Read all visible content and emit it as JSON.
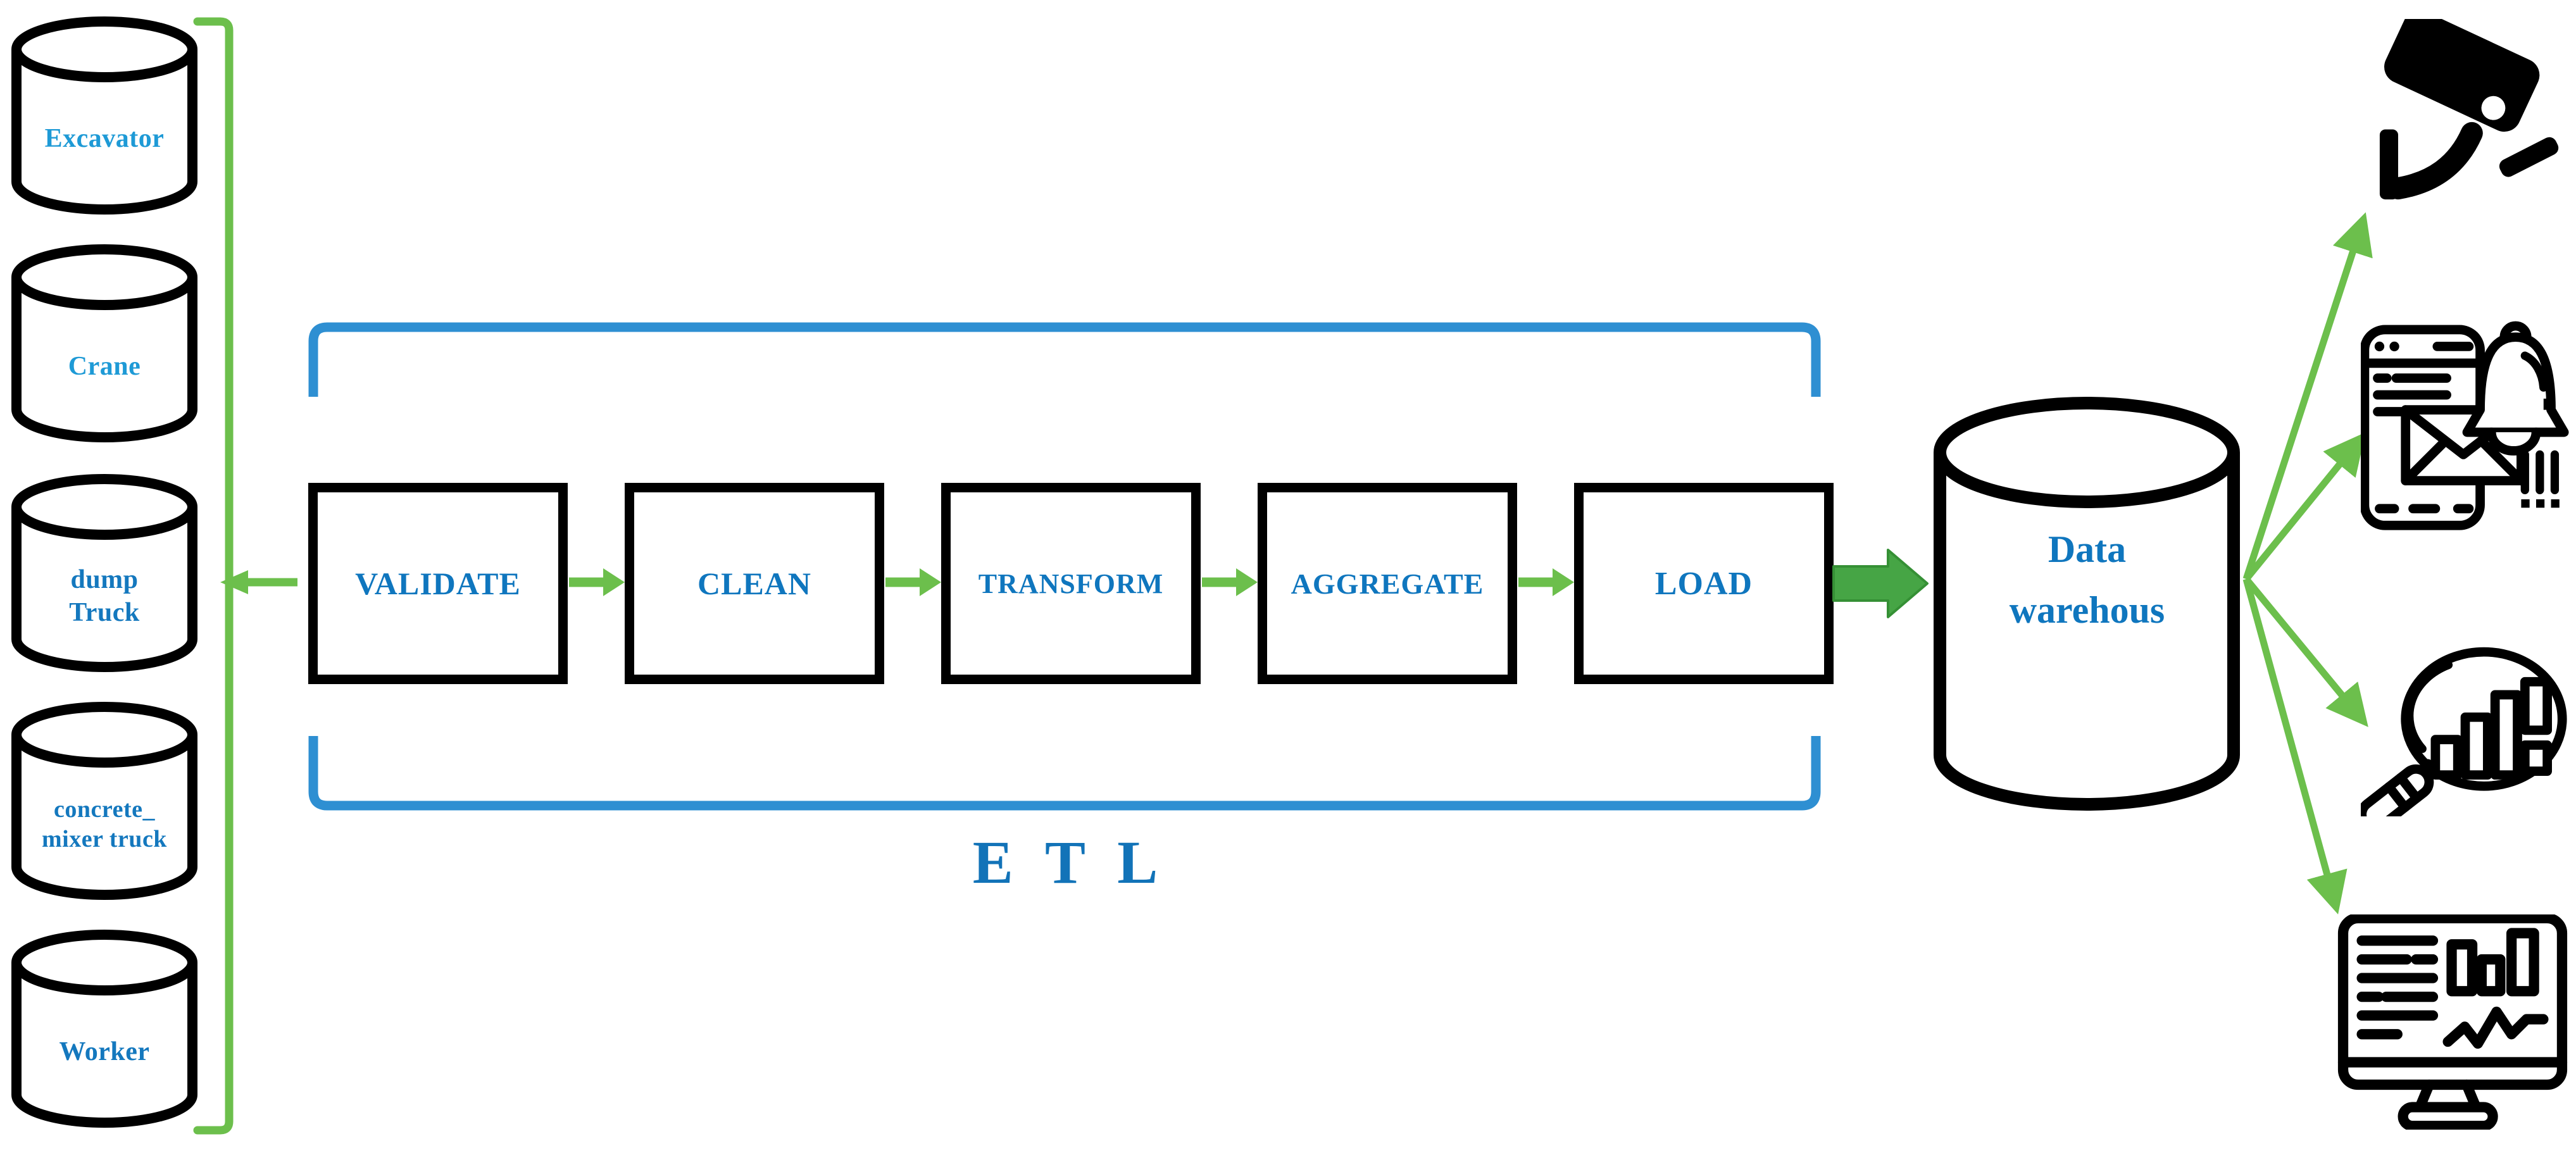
{
  "diagram": {
    "sources": [
      {
        "label": "Excavator"
      },
      {
        "label": "Crane"
      },
      {
        "label": "dump Truck"
      },
      {
        "label": "concrete_ mixer truck"
      },
      {
        "label": "Worker"
      }
    ],
    "etl": {
      "title": "E T L",
      "steps": [
        {
          "label": "VALIDATE"
        },
        {
          "label": "CLEAN"
        },
        {
          "label": "TRANSFORM"
        },
        {
          "label": "AGGREGATE"
        },
        {
          "label": "LOAD"
        }
      ]
    },
    "warehouse": {
      "label": "Data warehous"
    },
    "outputs": [
      {
        "name": "security-camera"
      },
      {
        "name": "mobile-notification"
      },
      {
        "name": "analytics-search"
      },
      {
        "name": "monitoring-dashboard"
      }
    ],
    "colors": {
      "flow_green": "#6CBF4C",
      "big_arrow_green": "#46A545",
      "big_arrow_border": "#359035",
      "bracket_blue": "#2E8FD2",
      "label_blue": "#0F76BE",
      "label_light_blue": "#1E9AD6",
      "title_blue": "#1273B8",
      "line_black": "#000000"
    }
  }
}
